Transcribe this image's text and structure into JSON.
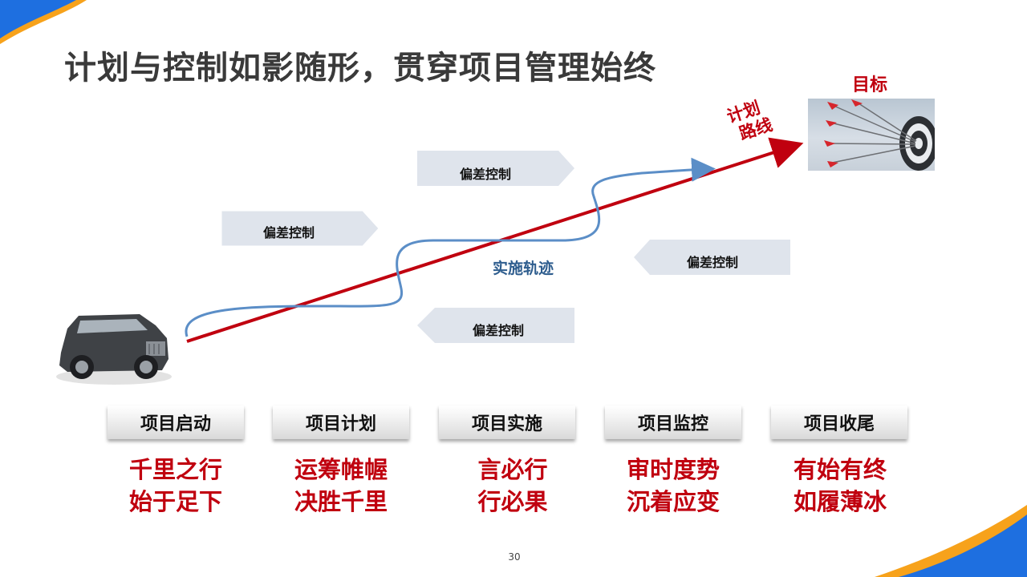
{
  "title": "计划与控制如影随形，贯穿项目管理始终",
  "target_label": "目标",
  "plan_label": [
    "计划",
    "路线"
  ],
  "impl_label": "实施轨迹",
  "deviation_controls": [
    "偏差控制",
    "偏差控制",
    "偏差控制",
    "偏差控制"
  ],
  "phases": [
    {
      "label": "项目启动",
      "motto": [
        "千里之行",
        "始于足下"
      ]
    },
    {
      "label": "项目计划",
      "motto": [
        "运筹帷幄",
        "决胜千里"
      ]
    },
    {
      "label": "项目实施",
      "motto": [
        "言必行",
        "行必果"
      ]
    },
    {
      "label": "项目监控",
      "motto": [
        "审时度势",
        "沉着应变"
      ]
    },
    {
      "label": "项目收尾",
      "motto": [
        "有始有终",
        "如履薄冰"
      ]
    }
  ],
  "page_number": "30",
  "colors": {
    "accent_red": "#c0000f",
    "trajectory_blue": "#5b8ec7",
    "impl_text_blue": "#2e5d8e",
    "corner_blue": "#1e6fe0",
    "corner_orange": "#f7a21b",
    "arrow_fill": "#dfe4ec"
  },
  "icons": [
    "target-icon",
    "car-icon"
  ]
}
